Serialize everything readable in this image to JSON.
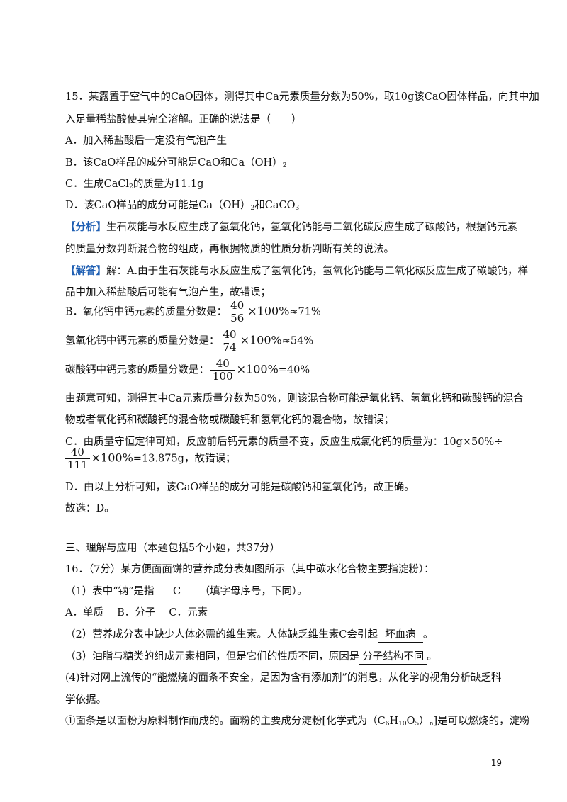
{
  "q15": {
    "stem_1": "15．某露置于空气中的CaO固体，测得其中Ca元素质量分数为50%，取10g该CaO固体样品，向其中加",
    "stem_2": "入足量稀盐酸使其完全溶解。正确的说法是（　　）",
    "opt_a": "A．加入稀盐酸后一定没有气泡产生",
    "opt_b": "B．该CaO样品的成分可能是CaO和Ca（OH）",
    "opt_b_sub": "2",
    "opt_c_1": "C．生成CaCl",
    "opt_c_sub": "2",
    "opt_c_2": "的质量为11.1g",
    "opt_d_1": "D．该CaO样品的成分可能是Ca（OH）",
    "opt_d_sub1": "2",
    "opt_d_2": "和CaCO",
    "opt_d_sub2": "3"
  },
  "analysis": {
    "tag": "【分析】",
    "text_1": "生石灰能与水反应生成了氢氧化钙，氢氧化钙能与二氧化碳反应生成了碳酸钙，根据钙元素",
    "text_2": "的质量分数判断混合物的组成，再根据物质的性质分析判断有关的说法。"
  },
  "solution": {
    "tag": "【解答】",
    "text_1": "解：A.由于生石灰能与水反应生成了氢氧化钙，氢氧化钙能与二氧化碳反应生成了碳酸钙，样",
    "text_2": "品中加入稀盐酸后可能有气泡产生，故错误；",
    "b_label": "B．氧化钙中钙元素的质量分数是：",
    "b_num": "40",
    "b_den": "56",
    "b_mul": "×100%",
    "b_res": "≈71%",
    "oh_label": "氢氧化钙中钙元素的质量分数是：",
    "oh_num": "40",
    "oh_den": "74",
    "oh_mul": "×100%",
    "oh_res": "≈54%",
    "co3_label": "碳酸钙中钙元素的质量分数是：",
    "co3_num": "40",
    "co3_den": "100",
    "co3_mul": "×100%",
    "co3_res": "=40%",
    "mix_1": "由题意可知，测得其中Ca元素质量分数为50%，则该混合物可能是氧化钙、氢氧化钙和碳酸钙的混合",
    "mix_2": "物或者氧化钙和碳酸钙的混合物或碳酸钙和氢氧化钙的混合物，故错误；",
    "c_1": "C．由质量守恒定律可知，反应前后钙元素的质量不变，反应生成氯化钙的质量为：10g×50%÷",
    "c_num": "40",
    "c_den": "111",
    "c_mul": "×100%",
    "c_res": "=13.875g，故错误；",
    "d_line": "D．由以上分析可知，该CaO样品的成分可能是碳酸钙和氢氧化钙，故正确。",
    "choice": "故选：D。"
  },
  "section3": {
    "heading": "三、理解与应用（本题包括5个小题，共37分）",
    "q16_stem": "16．（7分）某方便面面饼的营养成分表如图所示（其中碳水化合物主要指淀粉）：",
    "q16_1_pre": "（1）表中“钠”是指",
    "q16_1_ans": "C",
    "q16_1_post": "（填字母序号，下同）。",
    "q16_1_opts": "A．单质　 B．分子　 C．元素",
    "q16_2_pre": "（2）营养成分表中缺少人体必需的维生素。人体缺乏维生素C会引起",
    "q16_2_ans": "坏血病",
    "q16_2_post": "。",
    "q16_3_pre": "（3）油脂与糖类的组成元素相同，但是它们的性质不同，原因是",
    "q16_3_ans": "分子结构不同",
    "q16_3_post": "。",
    "q16_4_1": "(4)针对网上流传的“能燃烧的面条不安全，是因为含有添加剂”的消息，从化学的视角分析缺乏科",
    "q16_4_2": "学依据。",
    "q16_4_a_1": "①面条是以面粉为原料制作而成的。面粉的主要成分淀粉[化学式为（C",
    "q16_4_a_s1": "6",
    "q16_4_a_2": "H",
    "q16_4_a_s2": "10",
    "q16_4_a_3": "O",
    "q16_4_a_s3": "5",
    "q16_4_a_4": "）",
    "q16_4_a_s4": "n",
    "q16_4_a_5": "]是可以燃烧的，淀粉"
  },
  "page_number": "19"
}
